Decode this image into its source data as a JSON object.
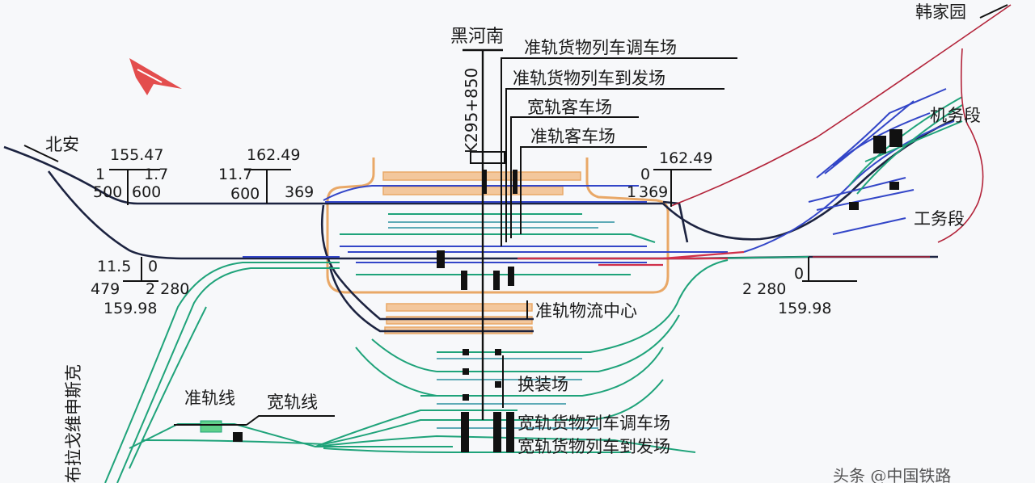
{
  "labels": {
    "station": "黑河南",
    "mileage": "K295+850",
    "yard_std_freight_marshalling": "准轨货物列车调车场",
    "yard_std_freight_arrival": "准轨货物列车到发场",
    "yard_broad_passenger": "宽轨客车场",
    "yard_std_passenger": "准轨客车场",
    "logistics_center": "准轨物流中心",
    "transshipment_yard": "换装场",
    "yard_broad_freight_marshalling": "宽轨货物列车调车场",
    "yard_broad_freight_arrival": "宽轨货物列车到发场",
    "std_line": "准轨线",
    "broad_line": "宽轨线",
    "dir_beian": "北安",
    "dir_hanjiayuan": "韩家园",
    "dir_vertical": "布拉戈维申斯克",
    "depot": "机务段",
    "works_section": "工务段",
    "watermark": "头条 @中国铁路"
  },
  "mileposts": {
    "left_top": {
      "km": "155.47",
      "ul": "1",
      "ur": "1.7",
      "ll": "500",
      "lr": "600"
    },
    "mid_top": {
      "km": "162.49",
      "ul": "11.7",
      "ll": "600",
      "lr": "369"
    },
    "right_top": {
      "km": "162.49",
      "ul": "0",
      "ll": "1",
      "lr": "369"
    },
    "left_bottom": {
      "km": "159.98",
      "ul": "11.5",
      "ur": "0",
      "ll": "479",
      "lr": "2 280"
    },
    "right_bottom": {
      "km": "159.98",
      "ul": "0",
      "ll": "2 280"
    }
  },
  "colors": {
    "track_dark": "#1c2340",
    "track_blue": "#3346c8",
    "track_green": "#1fa37a",
    "track_teal": "#2a8fa0",
    "track_red": "#d0304a",
    "border_red": "#b3243a",
    "yard_orange": "#e9a867",
    "yard_peach": "#f3c79c",
    "logo_red": "#e03a3a"
  }
}
